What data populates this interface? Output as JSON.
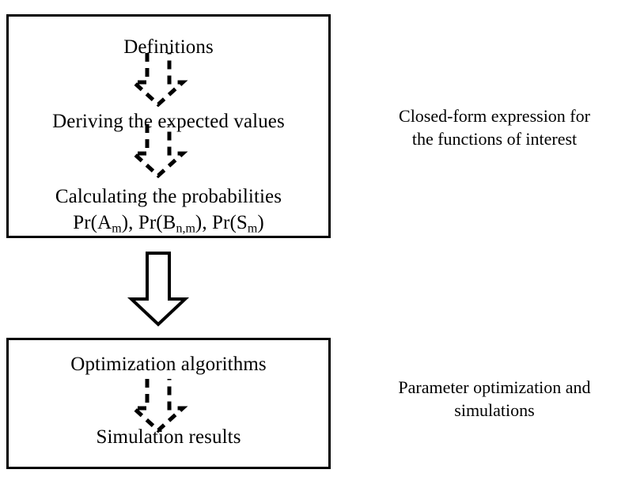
{
  "diagram": {
    "title": "Research methodology flowchart",
    "background_color": "#ffffff",
    "line_color": "#000000"
  },
  "boxes": [
    {
      "id": "analysis",
      "name": "analysis-box",
      "lines": [
        {
          "id": "definitions",
          "text": "Definitions"
        },
        {
          "id": "deriving",
          "text": "Deriving the expected values"
        },
        {
          "id": "calculating",
          "text": "Calculating the probabilities"
        }
      ],
      "formula": {
        "prefix_a": "Pr(A",
        "sub_a": "m",
        "mid_ab": "), Pr(B",
        "sub_b": "n,m",
        "mid_bs": "), Pr(S",
        "sub_s": "m",
        "suffix": ")",
        "plain": "Pr(A_m), Pr(B_n,m), Pr(S_m)"
      },
      "caption": {
        "id": "closed-form",
        "line1": "Closed-form expression for",
        "line2": "the functions of interest"
      }
    },
    {
      "id": "optimization",
      "name": "optimization-box",
      "lines": [
        {
          "id": "optimization-algorithms",
          "text": "Optimization algorithms"
        },
        {
          "id": "simulation-results",
          "text": "Simulation results"
        }
      ],
      "caption": {
        "id": "parameter-optimization",
        "line1": "Parameter optimization and",
        "line2": "simulations"
      }
    }
  ],
  "arrows": [
    {
      "id": "definitions-to-deriving",
      "style": "dashed",
      "direction": "down",
      "from": "Definitions",
      "to": "Deriving the expected values"
    },
    {
      "id": "deriving-to-calculating",
      "style": "dashed",
      "direction": "down",
      "from": "Deriving the expected values",
      "to": "Calculating the probabilities"
    },
    {
      "id": "analysis-to-optimization",
      "style": "solid",
      "direction": "down",
      "from": "analysis-box",
      "to": "optimization-box"
    },
    {
      "id": "algorithms-to-results",
      "style": "dashed",
      "direction": "down",
      "from": "Optimization algorithms",
      "to": "Simulation results"
    }
  ]
}
